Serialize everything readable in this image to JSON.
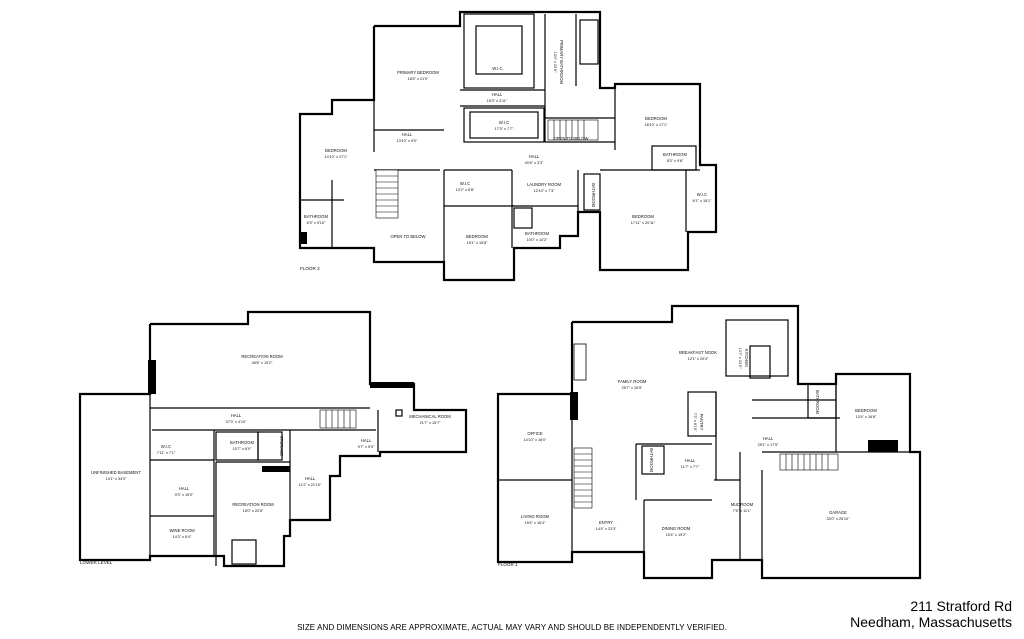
{
  "address": {
    "street": "211 Stratford Rd",
    "city": "Needham, Massachusetts"
  },
  "disclaimer": "SIZE AND DIMENSIONS ARE APPROXIMATE, ACTUAL MAY VARY AND SHOULD BE INDEPENDENTLY VERIFIED.",
  "floors": {
    "floor2": {
      "label": "FLOOR 2",
      "rooms": [
        {
          "name": "PRIMARY BEDROOM",
          "dims": "16'5\" x 21'0\""
        },
        {
          "name": "W.I.C.",
          "dims": ""
        },
        {
          "name": "PRIMARY BATHROOM",
          "dims": "13'0\" x 22'0\""
        },
        {
          "name": "HALL",
          "dims": "15'3\" x 3'11\""
        },
        {
          "name": "W.I.C",
          "dims": "17'3\" x 7'7\""
        },
        {
          "name": "BEDROOM",
          "dims": "18'10\" x 17'1\""
        },
        {
          "name": "OPEN TO BELOW",
          "dims": ""
        },
        {
          "name": "HALL",
          "dims": "13'10\" x 9'0\""
        },
        {
          "name": "BEDROOM",
          "dims": "14'10\" x 27'1\""
        },
        {
          "name": "HALL",
          "dims": "40'6\" x 3'3\""
        },
        {
          "name": "BATHROOM",
          "dims": "8'3\" x 9'8\""
        },
        {
          "name": "W.I.C",
          "dims": "10'2\" x 6'8\""
        },
        {
          "name": "LAUNDRY ROOM",
          "dims": "12'10\" x 7'3\""
        },
        {
          "name": "BATHROOM",
          "dims": ""
        },
        {
          "name": "W.I.C",
          "dims": "6'1\" x 15'1\""
        },
        {
          "name": "BATHROOM",
          "dims": "6'3\" x 9'10\""
        },
        {
          "name": "OPEN TO BELOW",
          "dims": ""
        },
        {
          "name": "BEDROOM",
          "dims": "15'1\" x 15'8\""
        },
        {
          "name": "BATHROOM",
          "dims": "10'0\" x 10'2\""
        },
        {
          "name": "BEDROOM",
          "dims": "17'11\" x 20'11\""
        }
      ]
    },
    "lower": {
      "label": "LOWER LEVEL",
      "rooms": [
        {
          "name": "RECREATION ROOM",
          "dims": "45'8\" x 19'2\""
        },
        {
          "name": "HALL",
          "dims": "37'3\" x 4'10\""
        },
        {
          "name": "MECHANICAL ROOM",
          "dims": "21'7\" x 15'7\""
        },
        {
          "name": "W.I.C",
          "dims": "7'11\" x 7'1\""
        },
        {
          "name": "BATHROOM",
          "dims": "10'7\" x 6'0\""
        },
        {
          "name": "STORAGE",
          "dims": ""
        },
        {
          "name": "HALL",
          "dims": "9'7\" x 5'5\""
        },
        {
          "name": "UNFINISHED BASEMENT",
          "dims": "14'1\" x 34'0\""
        },
        {
          "name": "HALL",
          "dims": "9'3\" x 19'0\""
        },
        {
          "name": "HALL",
          "dims": "11'2\" x 21'10\""
        },
        {
          "name": "RECREATION ROOM",
          "dims": "15'0\" x 22'8\""
        },
        {
          "name": "WINE ROOM",
          "dims": "14'3\" x 6'4\""
        }
      ]
    },
    "floor1": {
      "label": "FLOOR 1",
      "rooms": [
        {
          "name": "BREAKFAST NOOK",
          "dims": "12'1\" x 20'4\""
        },
        {
          "name": "KITCHEN",
          "dims": "14'7\" x 22'0\""
        },
        {
          "name": "FAMILY ROOM",
          "dims": "25'7\" x 26'5\""
        },
        {
          "name": "OFFICE",
          "dims": "14'10\" x 16'0\""
        },
        {
          "name": "PANTRY",
          "dims": "7'2\" x 8'10\""
        },
        {
          "name": "BATHROOM",
          "dims": ""
        },
        {
          "name": "BEDROOM",
          "dims": "13'4\" x 16'8\""
        },
        {
          "name": "HALL",
          "dims": "25'1\" x 17'5\""
        },
        {
          "name": "HALL",
          "dims": "11'7\" x 7'7\""
        },
        {
          "name": "BATHROOM",
          "dims": ""
        },
        {
          "name": "LIVING ROOM",
          "dims": "15'4\" x 16'4\""
        },
        {
          "name": "MUDROOM",
          "dims": "7'6\" x 11'1\""
        },
        {
          "name": "GARAGE",
          "dims": "33'0\" x 25'10\""
        },
        {
          "name": "ENTRY",
          "dims": "14'4\" x 23'3\""
        },
        {
          "name": "DINING ROOM",
          "dims": "15'4\" x 19'2\""
        }
      ]
    }
  }
}
